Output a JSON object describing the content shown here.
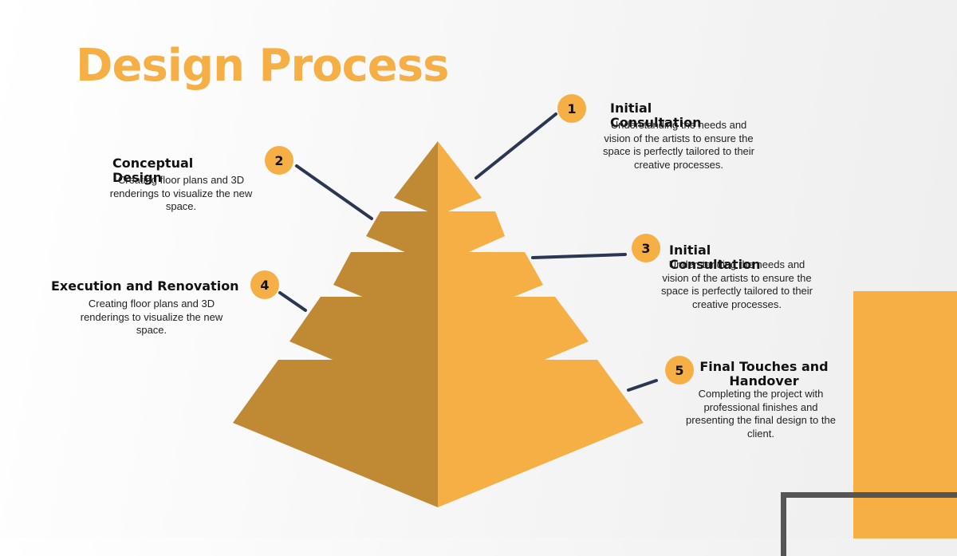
{
  "slide": {
    "title": "Design Process"
  },
  "steps": [
    {
      "number": "1",
      "heading_lines": [
        "Initial",
        "Consultation"
      ],
      "description_lines": [
        "Understanding the needs and",
        "vision of the artists to ensure the",
        "space is perfectly tailored to their",
        "creative processes."
      ]
    },
    {
      "number": "2",
      "heading_lines": [
        "Conceptual",
        "Design"
      ],
      "description_lines": [
        "Creating floor plans and 3D",
        "renderings to visualize the new",
        "space."
      ]
    },
    {
      "number": "3",
      "heading_lines": [
        "Initial",
        "Consultation"
      ],
      "description_lines": [
        "Understanding the needs and",
        "vision of the artists to ensure the",
        "space is perfectly tailored to their",
        "creative processes."
      ]
    },
    {
      "number": "4",
      "heading_lines": [
        "Execution and Renovation"
      ],
      "description_lines": [
        "Creating floor plans and 3D",
        "renderings to visualize the new",
        "space."
      ]
    },
    {
      "number": "5",
      "heading_lines": [
        "Final Touches and",
        "Handover"
      ],
      "description_lines": [
        "Completing the project with",
        "professional finishes and",
        "presenting the final design to the",
        "client."
      ]
    }
  ],
  "colors": {
    "accent": "#f6af45",
    "pyramid_light": "#f6af45",
    "pyramid_dark": "#c08a35",
    "connector": "#2b3652",
    "frame": "#555555"
  }
}
